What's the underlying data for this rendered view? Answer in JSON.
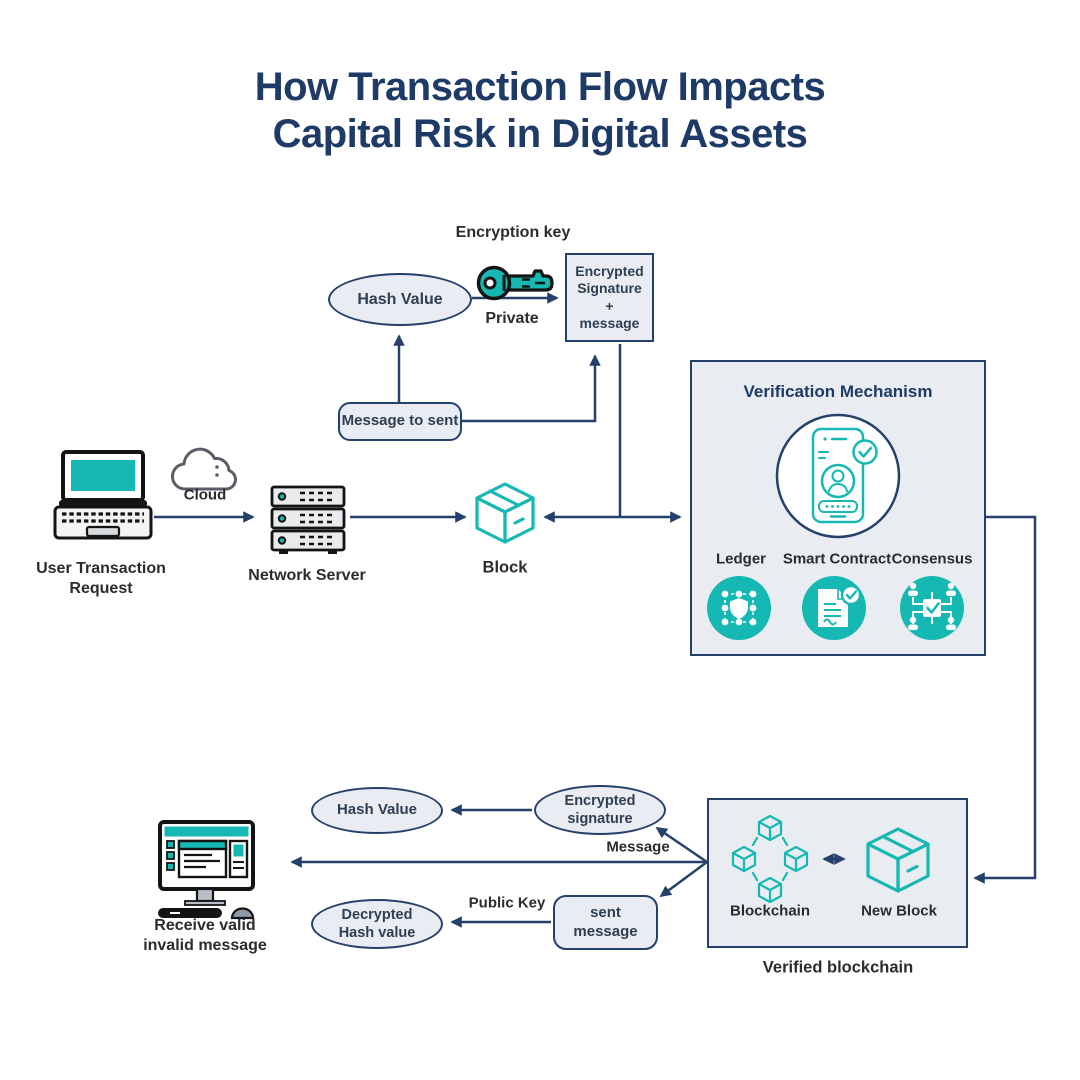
{
  "title": {
    "line1": "How Transaction Flow Impacts",
    "line2": "Capital Risk in Digital Assets"
  },
  "colors": {
    "navy_line": "#25416b",
    "title_navy": "#1e3a66",
    "teal_accent": "#15b8b2",
    "shape_fill": "#e9edf3",
    "panel_fill": "#e9ecf1",
    "dark_label": "#2a2c30"
  },
  "top_flow": {
    "encryption_key_label": "Encryption key",
    "private_label": "Private",
    "hash_value_label": "Hash Value",
    "encrypted_signature_box": "Encrypted\nSignature\n+\nmessage",
    "message_to_sent_label": "Message to sent"
  },
  "main_flow": {
    "user_request_label": "User Transaction\nRequest",
    "cloud_label": "Cloud",
    "network_server_label": "Network Server",
    "block_label": "Block"
  },
  "verification_panel": {
    "title": "Verification Mechanism",
    "items": [
      {
        "label": "Ledger",
        "icon": "ledger-shield-network-icon"
      },
      {
        "label": "Smart Contract",
        "icon": "contract-check-icon"
      },
      {
        "label": "Consensus",
        "icon": "consensus-people-network-icon"
      }
    ]
  },
  "verified_panel": {
    "blockchain_label": "Blockchain",
    "new_block_label": "New Block",
    "caption": "Verified blockchain"
  },
  "bottom_flow": {
    "hash_value_label": "Hash Value",
    "encrypted_signature_label": "Encrypted\nsignature",
    "message_label": "Message",
    "decrypted_hash_label": "Decrypted\nHash value",
    "sent_message_label": "sent\nmessage",
    "public_key_label": "Public Key",
    "receive_label": "Receive valid\ninvalid message"
  }
}
